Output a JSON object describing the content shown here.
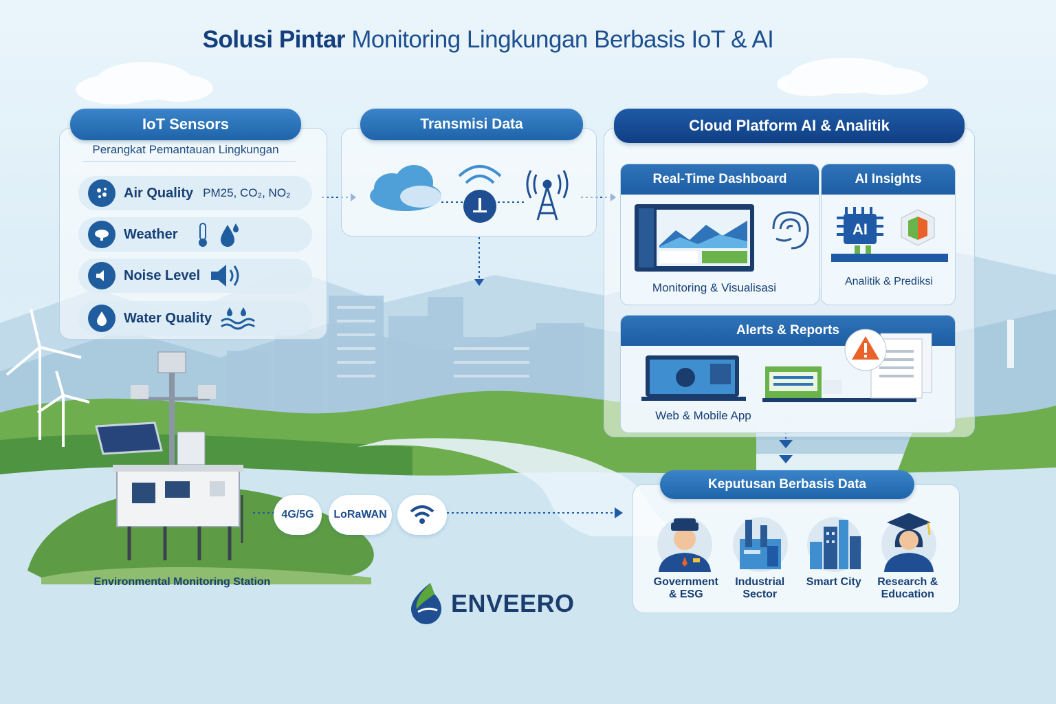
{
  "title": {
    "bold": "Solusi Pintar",
    "rest": "Monitoring Lingkungan Berbasis IoT & AI"
  },
  "sensors": {
    "header": "IoT Sensors",
    "subtitle": "Perangkat Pemantauan Lingkungan",
    "items": [
      {
        "label": "Air Quality",
        "extra": "PM25, CO₂, NO₂"
      },
      {
        "label": "Weather"
      },
      {
        "label": "Noise Level"
      },
      {
        "label": "Water Quality"
      }
    ]
  },
  "transmission": {
    "header": "Transmisi Data"
  },
  "cloud": {
    "header": "Cloud Platform AI & Analitik",
    "dashboard": {
      "header": "Real-Time Dashboard",
      "caption": "Monitoring & Visualisasi"
    },
    "ai": {
      "header": "AI Insights",
      "badge": "AI",
      "caption": "Analitik & Prediksi"
    },
    "alerts": {
      "header": "Alerts & Reports",
      "caption": "Web & Mobile App"
    }
  },
  "station": {
    "caption": "Environmental Monitoring Station"
  },
  "connectivity": [
    "4G/5G",
    "LoRaWAN"
  ],
  "decisions": {
    "header": "Keputusan Berbasis Data",
    "sectors": [
      {
        "line1": "Government",
        "line2": "& ESG"
      },
      {
        "line1": "Industrial",
        "line2": "Sector"
      },
      {
        "line1": "Smart City",
        "line2": ""
      },
      {
        "line1": "Research &",
        "line2": "Education"
      }
    ]
  },
  "brand": "ENVEERO",
  "colors": {
    "primary": "#1f64aa",
    "dark": "#0f3f84",
    "accent_green": "#5aa63a",
    "alert": "#e8622a"
  }
}
